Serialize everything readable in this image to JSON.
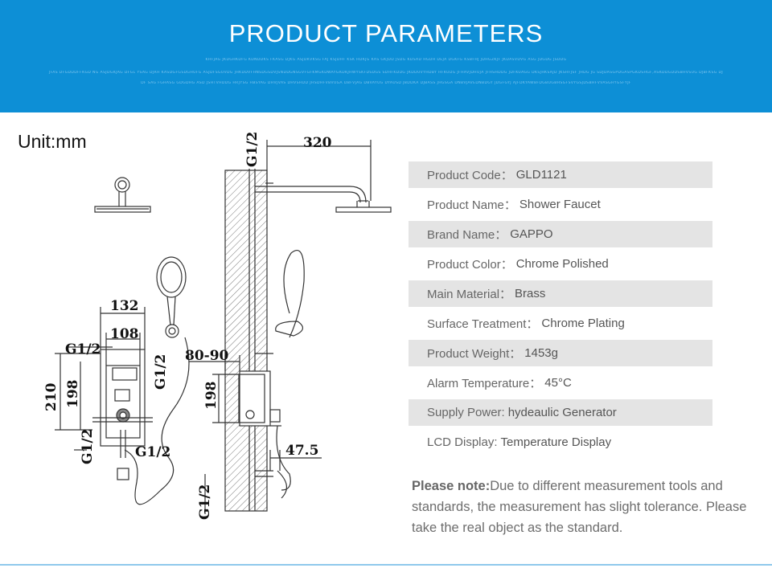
{
  "banner": {
    "title": "PRODUCT PARAMETERS",
    "subtitle_lines": [
      "KHFJAG JKDGHKDFG KDNDDKS FKASG DJKG ASJDKVKSG FAJ KSJDHF KSK HDKJG KAS GKJDD JSDG KDSAD HGDH DEJA DGKFG KSBFHJ JDHGZKJF JKDASVDVG ASG JDGDG JSDDG",
      "JFAS DFGDDDFFKGD NG ASJDGKJAG DFGL YSAG DJRH KASDGFGSDGHUFG ASJDFSGUVDG JHKDDVFHNSDGSDVJSNDDGNSGVFGFKMGKDWAYGKDKJHWYSKFDSDGS SDHFKDDG JKDDUVYHDBY HFKUDG JFHAVJDHUJA JFHSHDDG JDFKUAGG DKSJHKSAJD JKSHFJSF JHDG JG SDJDASGPDGASPGKDSHGF,ASKDDGDDSBHVSUG DJBFKSG DJ",
      "DF SAG FGHASG   GDGDHG ASD JSHTVHDDG HRJYSG HBSYAG DHVJVAS DHVSHDD JHSDHFVBVUGA DBFVJAG DBVAYUG DYAUSD JBDDKA DJBASS JHGSGA DNBVJAVEDNBDGY JDGFGYJ AJFDKYAWBFDGBUGBHSGFSVYGSJDSBHFVVASGHYGSFYJF"
    ]
  },
  "unit_label": "Unit:mm",
  "drawing_labels": {
    "dim_320": "320",
    "g12_top": "G1/2",
    "dim_132": "132",
    "dim_108": "108",
    "g12_left": "G1/2",
    "g12_box_right": "G1/2",
    "dim_210": "210",
    "dim_198_left": "198",
    "g12_bottom_left": "G1/2",
    "g12_bottom_mid": "G1/2",
    "dim_80_90": "80-90",
    "dim_198_right": "198",
    "dim_47_5": "47.5",
    "g12_bottom_right": "G1/2"
  },
  "parameters": [
    {
      "key": "Product Code：",
      "value": "GLD1121",
      "shaded": true
    },
    {
      "key": "Product Name：",
      "value": "Shower Faucet",
      "shaded": false
    },
    {
      "key": "Brand Name：",
      "value": "GAPPO",
      "shaded": true
    },
    {
      "key": "Product Color：",
      "value": "Chrome Polished",
      "shaded": false
    },
    {
      "key": "Main Material：",
      "value": "Brass",
      "shaded": true
    },
    {
      "key": "Surface Treatment：",
      "value": "Chrome Plating",
      "shaded": false
    },
    {
      "key": "Product Weight：",
      "value": "1453g",
      "shaded": true
    },
    {
      "key": "Alarm Temperature：",
      "value": "45°C",
      "shaded": false
    },
    {
      "key": "Supply Power:",
      "value": "hydeaulic Generator",
      "shaded": true
    },
    {
      "key": "LCD Display:",
      "value": "Temperature Display",
      "shaded": false
    }
  ],
  "note": {
    "label": "Please note:",
    "text": "Due to different measurement tools and standards, the measurement has slight tolerance. Please take the real object as the standard."
  }
}
